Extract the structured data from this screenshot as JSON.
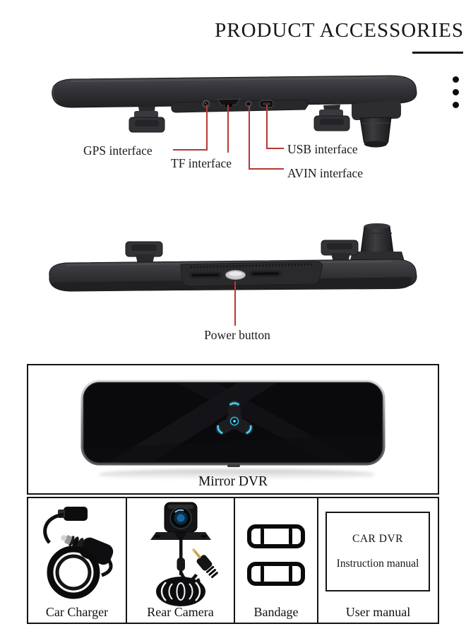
{
  "header": {
    "title": "PRODUCT ACCESSORIES"
  },
  "device_top_view": {
    "port_labels": {
      "gps": "GPS interface",
      "tf": "TF interface",
      "usb": "USB interface",
      "avin": "AVIN interface"
    }
  },
  "device_bottom_view": {
    "power_label": "Power button"
  },
  "mirror_section": {
    "caption": "Mirror DVR"
  },
  "accessories": {
    "items": [
      {
        "label": "Car Charger"
      },
      {
        "label": "Rear Camera"
      },
      {
        "label": "Bandage"
      },
      {
        "label": "User manual"
      }
    ],
    "manual_box": {
      "title": "CAR DVR",
      "subtitle": "Instruction manual"
    }
  },
  "icons": {
    "menu_dots": "vertical-ellipsis"
  },
  "colors": {
    "leader_line_red": "#b43931",
    "power_line_red": "#c0362c",
    "device_body_dark": "#2e2e31",
    "mount_glow_cyan": "#3fd0ee",
    "border_black": "#141414"
  }
}
